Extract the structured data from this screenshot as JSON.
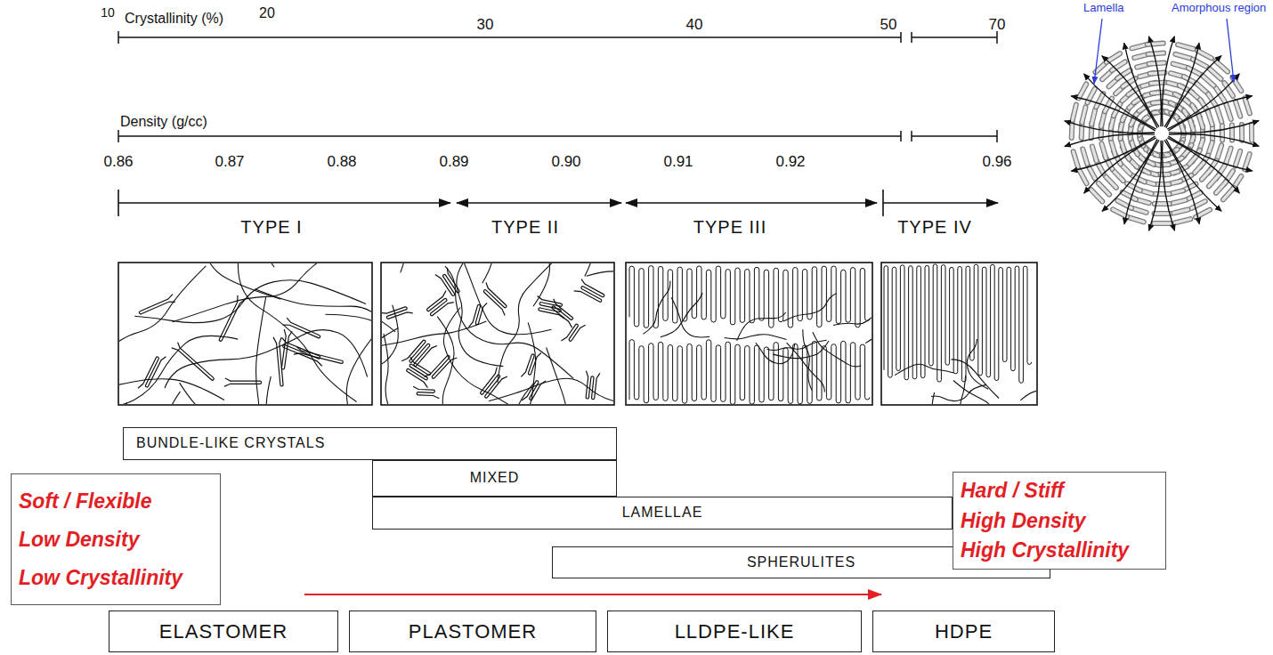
{
  "diagram": {
    "nodes": [
      {
        "text": [
          "BUNDLE-LIKE CRYSTALS"
        ]
      },
      {
        "text": [
          "MIXED"
        ]
      },
      {
        "text": [
          "LAMELLAE"
        ]
      },
      {
        "text": [
          "SPHERULITES"
        ]
      },
      {
        "text": [
          "Soft / Flexible",
          "Low Density",
          "Low Crystallinity"
        ]
      },
      {
        "text": [
          "Hard / Stiff",
          "High Density",
          "High Crystallinity"
        ]
      },
      {
        "text": [
          "ELASTOMER"
        ]
      },
      {
        "text": [
          "PLASTOMER"
        ]
      },
      {
        "text": [
          "LLDPE-LIKE"
        ]
      },
      {
        "text": [
          "HDPE"
        ]
      }
    ],
    "labels": [
      "Crystallinity (%)",
      "10",
      "20",
      "30",
      "40",
      "50",
      "70",
      "Density (g/cc)",
      "0.86",
      "0.87",
      "0.88",
      "0.89",
      "0.90",
      "0.91",
      "0.92",
      "0.96",
      "TYPE I",
      "TYPE II",
      "TYPE III",
      "TYPE IV",
      "Lamella",
      "Amorphous region"
    ]
  }
}
